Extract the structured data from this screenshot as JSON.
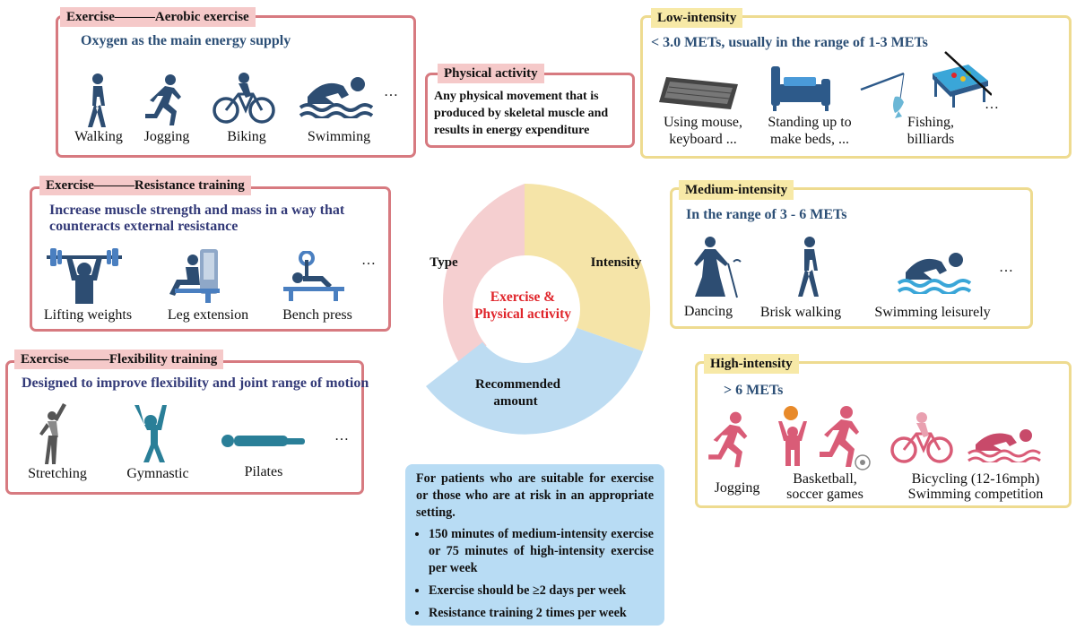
{
  "aerobic": {
    "title": "Exercise———Aerobic exercise",
    "desc": "Oxygen as the main energy supply",
    "items": [
      "Walking",
      "Jogging",
      "Biking",
      "Swimming"
    ],
    "more": "…"
  },
  "resistance": {
    "title": "Exercise———Resistance training",
    "desc": "Increase muscle strength and mass in a way that counteracts external resistance",
    "items": [
      "Lifting weights",
      "Leg extension",
      "Bench press"
    ],
    "more": "…"
  },
  "flexibility": {
    "title": "Exercise———Flexibility training",
    "desc": "Designed to improve flexibility and joint range of motion",
    "items": [
      "Stretching",
      "Gymnastic",
      "Pilates"
    ],
    "more": "…"
  },
  "physical_activity": {
    "title": "Physical activity",
    "desc": "Any physical movement that is produced by skeletal muscle and results in energy expenditure"
  },
  "center": {
    "label": "Exercise & Physical activity",
    "segments": {
      "type": "Type",
      "intensity": "Intensity",
      "amount": "Recommended amount"
    }
  },
  "low": {
    "title": "Low-intensity",
    "desc": "<  3.0 METs, usually in the range of 1-3 METs",
    "items": [
      "Using mouse, keyboard ...",
      "Standing up to make beds,  ...",
      "Fishing, billiards"
    ],
    "more": "…"
  },
  "medium": {
    "title": "Medium-intensity",
    "desc": "In the range of 3 - 6 METs",
    "items": [
      "Dancing",
      "Brisk walking",
      "Swimming leisurely"
    ],
    "more": "…"
  },
  "high": {
    "title": "High-intensity",
    "desc": "> 6 METs",
    "items": [
      "Jogging",
      "Basketball, soccer games",
      "Bicycling (12-16mph) Swimming competition"
    ]
  },
  "recommend": {
    "intro": "For patients who are suitable for exercise or those who are at risk in an appropriate setting.",
    "bullets": [
      "150 minutes of medium-intensity exercise or 75 minutes of high-intensity exercise per week",
      "Exercise should be ≥2 days per week",
      "Resistance training 2 times per week"
    ]
  },
  "colors": {
    "red_border": "#d77a80",
    "yellow_border": "#eedb90",
    "donut_pink": "#f5cfd0",
    "donut_yellow": "#f5e4a8",
    "donut_blue": "#bddcf2",
    "recommend_bg": "#b8dcf4",
    "icon_navy": "#2d4d72",
    "icon_high": "#d95c77"
  }
}
